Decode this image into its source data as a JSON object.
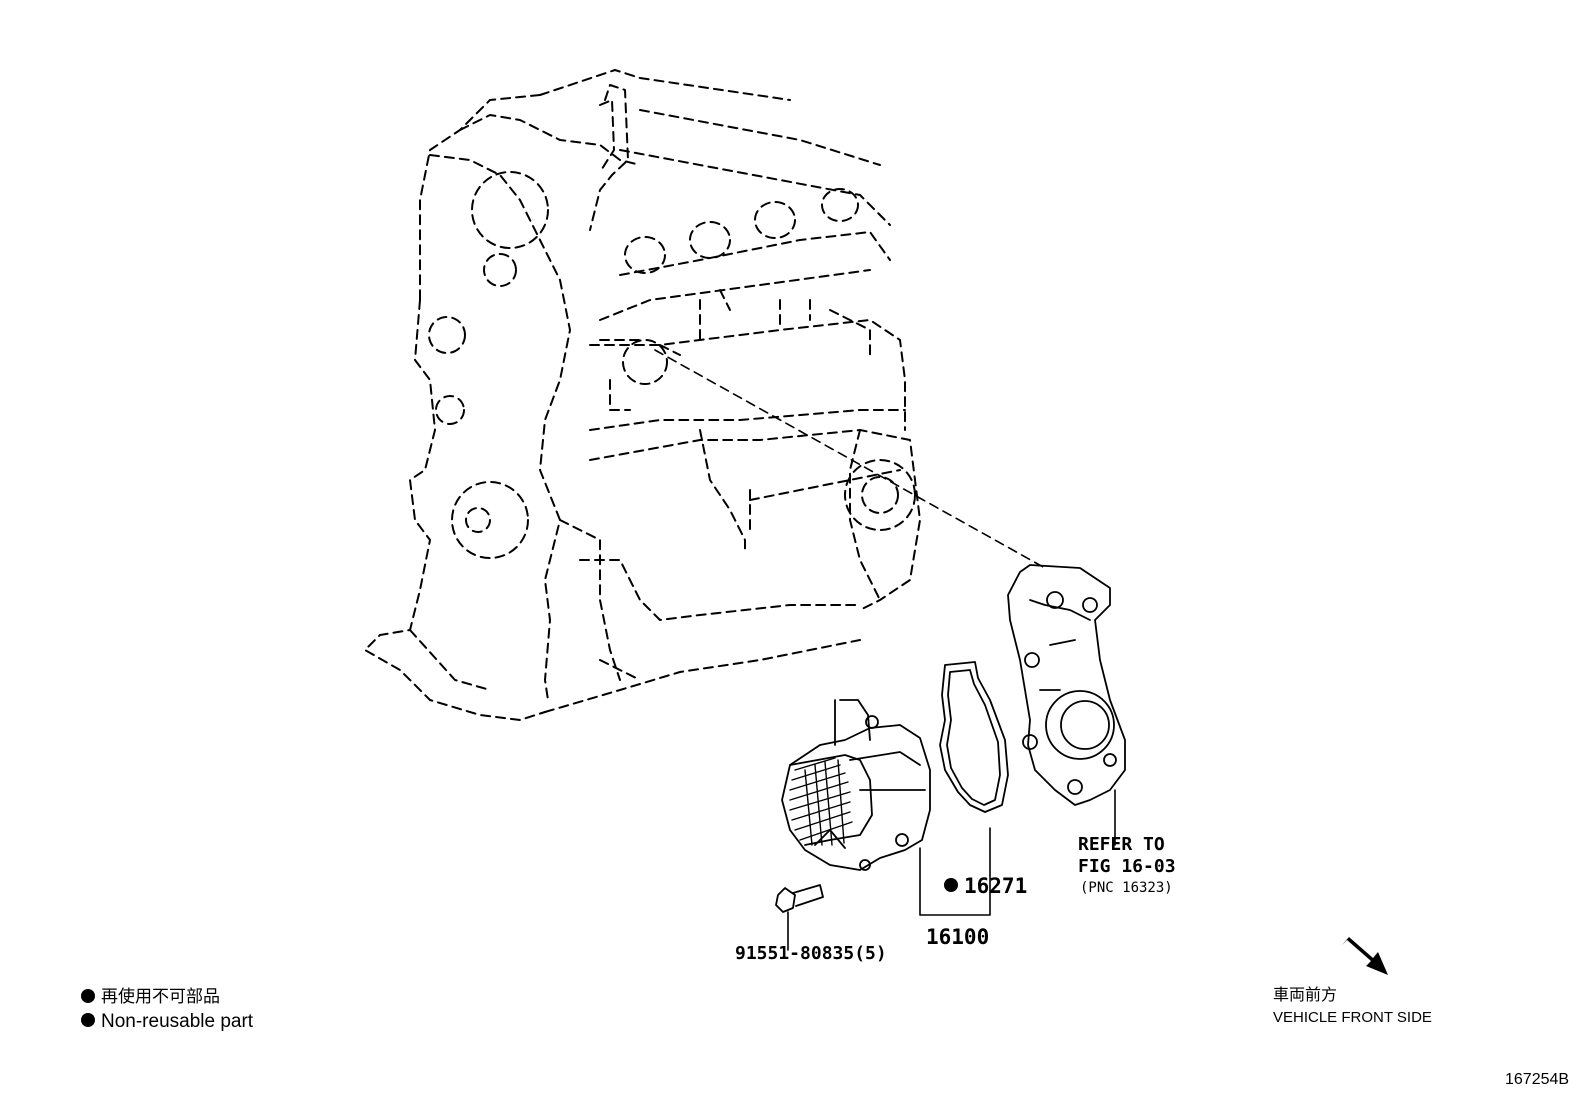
{
  "callouts": {
    "bolt_part": "91551-80835(5)",
    "gasket_part": "16271",
    "pump_part": "16100",
    "refer_line1": "REFER TO",
    "refer_line2": "FIG 16-03",
    "refer_line3": "(PNC 16323)"
  },
  "legend": {
    "japanese": "再使用不可部品",
    "english": "Non-reusable part"
  },
  "orientation": {
    "japanese": "車両前方",
    "english": "VEHICLE FRONT SIDE"
  },
  "figure_id": "167254B"
}
